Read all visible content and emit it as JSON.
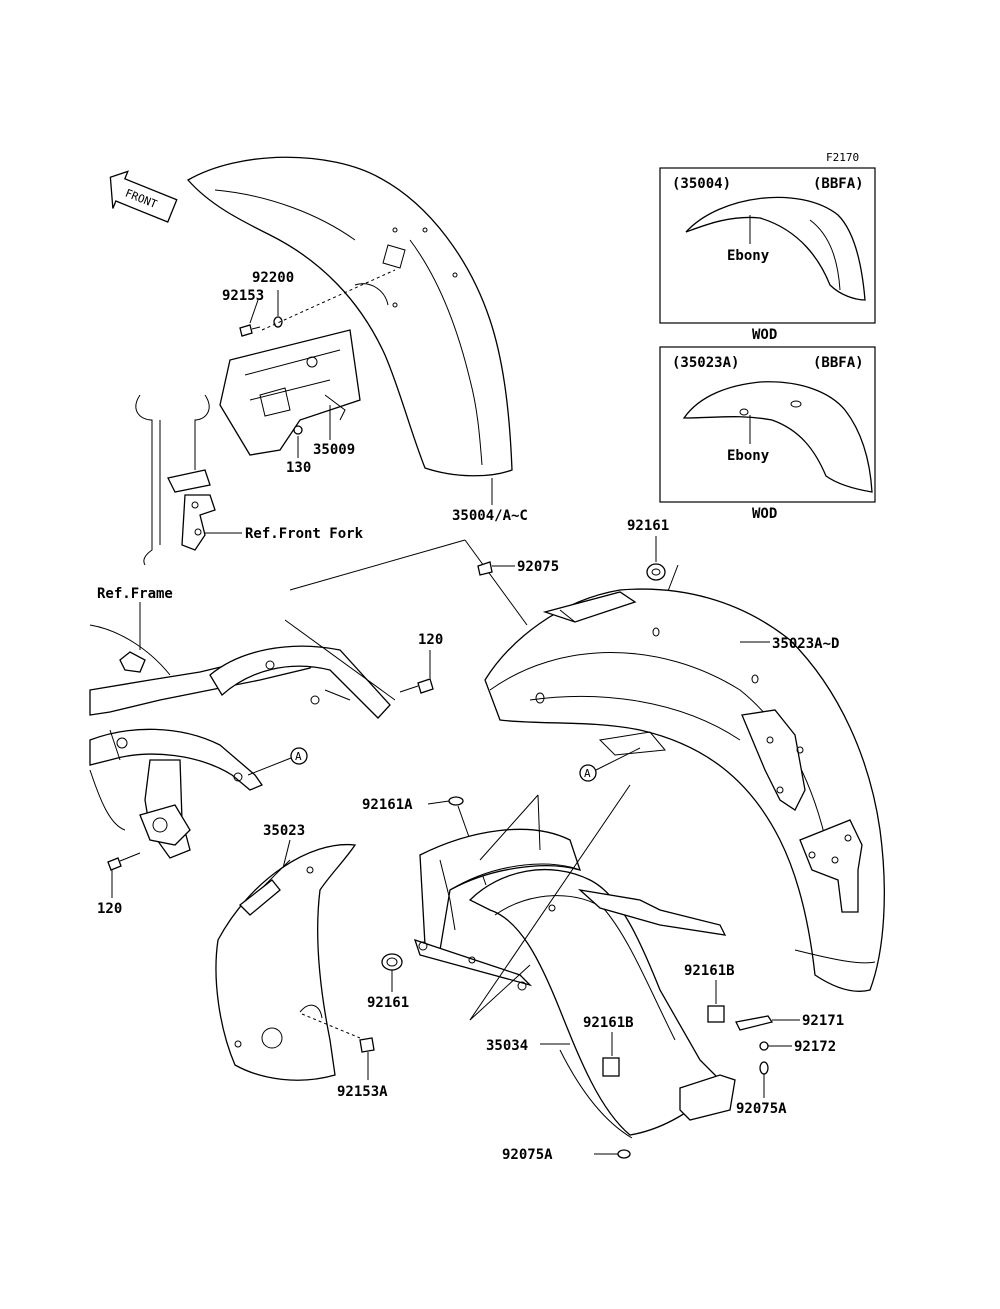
{
  "figure_code": "F2170",
  "front_arrow_label": "FRONT",
  "inset_front": {
    "part_number": "(35004)",
    "code": "(BBFA)",
    "color": "Ebony",
    "caption": "WOD"
  },
  "inset_rear": {
    "part_number": "(35023A)",
    "code": "(BBFA)",
    "color": "Ebony",
    "caption": "WOD"
  },
  "references": {
    "front_fork": "Ref.Front Fork",
    "frame": "Ref.Frame"
  },
  "callouts": {
    "p92200": "92200",
    "p92153": "92153",
    "p35009": "35009",
    "p130": "130",
    "p35004ac": "35004/A~C",
    "p92161_top": "92161",
    "p92075": "92075",
    "p35023ad": "35023A~D",
    "p120_top": "120",
    "ref_a_left": "A",
    "ref_a_right": "A",
    "p92161a": "92161A",
    "p35023": "35023",
    "p120_bottom": "120",
    "p92161_mid": "92161",
    "p92153a": "92153A",
    "p92161b_right": "92161B",
    "p92171": "92171",
    "p92172": "92172",
    "p35034": "35034",
    "p92161b_left": "92161B",
    "p92075a_right": "92075A",
    "p92075a_bottom": "92075A"
  }
}
